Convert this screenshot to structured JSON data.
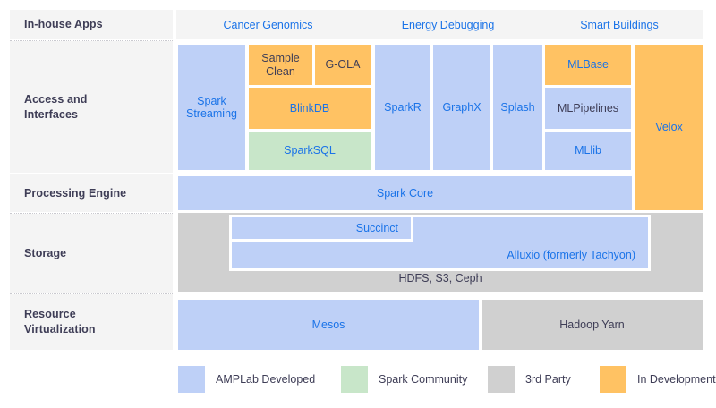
{
  "rows": [
    {
      "id": "in-house-apps",
      "label": "In-house Apps"
    },
    {
      "id": "access-and-interfaces",
      "label": "Access and\nInterfaces"
    },
    {
      "id": "processing-engine",
      "label": "Processing Engine"
    },
    {
      "id": "storage",
      "label": "Storage"
    },
    {
      "id": "resource-virtualization",
      "label": "Resource\nVirtualization"
    }
  ],
  "apps": [
    {
      "id": "cancer-genomics",
      "label": "Cancer Genomics"
    },
    {
      "id": "energy-debugging",
      "label": "Energy Debugging"
    },
    {
      "id": "smart-buildings",
      "label": "Smart Buildings"
    }
  ],
  "blocks": [
    {
      "id": "spark-streaming",
      "label": "Spark\nStreaming",
      "category": "AMPLab Developed"
    },
    {
      "id": "sample-clean",
      "label": "Sample\nClean",
      "category": "In Development"
    },
    {
      "id": "g-ola",
      "label": "G-OLA",
      "category": "In Development"
    },
    {
      "id": "blinkdb",
      "label": "BlinkDB",
      "category": "In Development"
    },
    {
      "id": "sparksql",
      "label": "SparkSQL",
      "category": "Spark Community"
    },
    {
      "id": "sparkr",
      "label": "SparkR",
      "category": "AMPLab Developed"
    },
    {
      "id": "graphx",
      "label": "GraphX",
      "category": "AMPLab Developed"
    },
    {
      "id": "splash",
      "label": "Splash",
      "category": "AMPLab Developed"
    },
    {
      "id": "mlbase",
      "label": "MLBase",
      "category": "In Development"
    },
    {
      "id": "mlpipelines",
      "label": "MLPipelines",
      "category": "AMPLab Developed"
    },
    {
      "id": "mllib",
      "label": "MLlib",
      "category": "AMPLab Developed"
    },
    {
      "id": "velox",
      "label": "Velox",
      "category": "In Development"
    },
    {
      "id": "spark-core",
      "label": "Spark Core",
      "category": "AMPLab Developed"
    },
    {
      "id": "succinct",
      "label": "Succinct",
      "category": "AMPLab Developed"
    },
    {
      "id": "alluxio",
      "label": "Alluxio (formerly Tachyon)",
      "category": "AMPLab Developed"
    },
    {
      "id": "hdfs",
      "label": "HDFS, S3, Ceph",
      "category": "3rd Party"
    },
    {
      "id": "mesos",
      "label": "Mesos",
      "category": "AMPLab Developed"
    },
    {
      "id": "hadoop-yarn",
      "label": "Hadoop Yarn",
      "category": "3rd Party"
    }
  ],
  "legend": [
    {
      "id": "amplab-developed",
      "label": "AMPLab Developed",
      "color": "#bed0f7"
    },
    {
      "id": "spark-community",
      "label": "Spark Community",
      "color": "#c8e6c9"
    },
    {
      "id": "third-party",
      "label": "3rd Party",
      "color": "#d0d0d0"
    },
    {
      "id": "in-development",
      "label": "In Development",
      "color": "#ffc263"
    }
  ],
  "colors": {
    "amplab": "#bed0f7",
    "spark_community": "#c8e6c9",
    "third_party": "#d0d0d0",
    "in_development": "#ffc263",
    "label_panel": "#f4f4f4",
    "blue_text": "#1a73e8",
    "dark_text": "#3e3d56"
  }
}
